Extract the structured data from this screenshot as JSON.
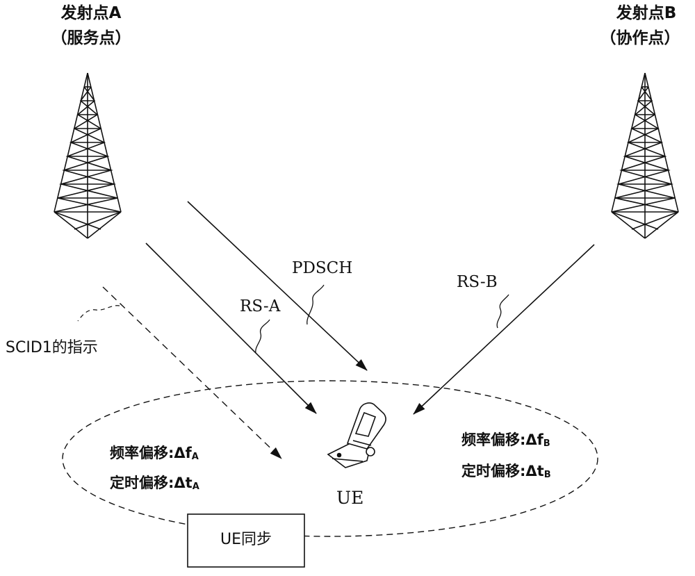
{
  "transmitter_a": {
    "title": "发射点A",
    "role": "（服务点）"
  },
  "transmitter_b": {
    "title": "发射点B",
    "role": "（协作点）"
  },
  "signals": {
    "pdsch": "PDSCH",
    "rs_a": "RS-A",
    "rs_b": "RS-B",
    "scid_indication": "SCID1的指示"
  },
  "ue": {
    "label": "UE",
    "sync_box": "UE同步"
  },
  "offsets_a": {
    "freq_label": "频率偏移:",
    "freq_symbol": "Δf",
    "freq_sub": "A",
    "time_label": "定时偏移:",
    "time_symbol": "Δt",
    "time_sub": "A"
  },
  "offsets_b": {
    "freq_label": "频率偏移:",
    "freq_symbol": "Δf",
    "freq_sub": "B",
    "time_label": "定时偏移:",
    "time_symbol": "Δt",
    "time_sub": "B"
  },
  "colors": {
    "ink": "#111111",
    "background": "#ffffff"
  }
}
